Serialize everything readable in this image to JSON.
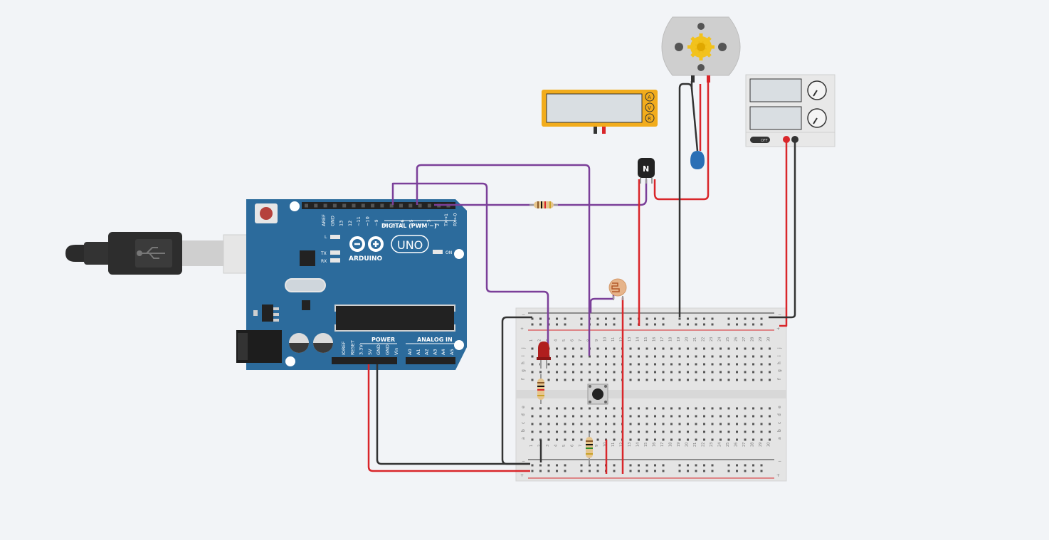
{
  "colors": {
    "background": "#f2f4f7",
    "arduino_board": "#2c6b9c",
    "wire_purple": "#7b3f99",
    "wire_red": "#d9262a",
    "wire_black": "#333333",
    "multimeter": "#f2ac1c"
  },
  "arduino": {
    "brand": "ARDUINO",
    "model": "UNO",
    "digital_label": "DIGITAL (PWM ~)",
    "power_label": "POWER",
    "analog_label": "ANALOG IN",
    "led_l": "L",
    "led_tx": "TX",
    "led_rx": "RX",
    "on_label": "ON",
    "digital_pins": [
      "AREF",
      "GND",
      "13",
      "12",
      "~11",
      "~10",
      "~9",
      "8",
      "7",
      "~6",
      "~5",
      "4",
      "~3",
      "2",
      "TX→1",
      "RX←0"
    ],
    "power_pins": [
      "IOREF",
      "RESET",
      "3.3V",
      "5V",
      "GND",
      "GND",
      "Vin"
    ],
    "analog_pins": [
      "A0",
      "A1",
      "A2",
      "A3",
      "A4",
      "A5"
    ]
  },
  "multimeter": {
    "modes": [
      "A",
      "V",
      "R"
    ]
  },
  "transistor": {
    "label": "N"
  },
  "breadboard": {
    "columns": [
      "1",
      "5",
      "10",
      "15",
      "20",
      "25",
      "30"
    ],
    "row_letters_top": [
      "j",
      "i",
      "h",
      "g",
      "f"
    ],
    "row_letters_bottom": [
      "e",
      "d",
      "c",
      "b",
      "a"
    ],
    "minus_label": "−",
    "plus_label": "+"
  },
  "power_supply": {
    "off_label": "OFF"
  }
}
